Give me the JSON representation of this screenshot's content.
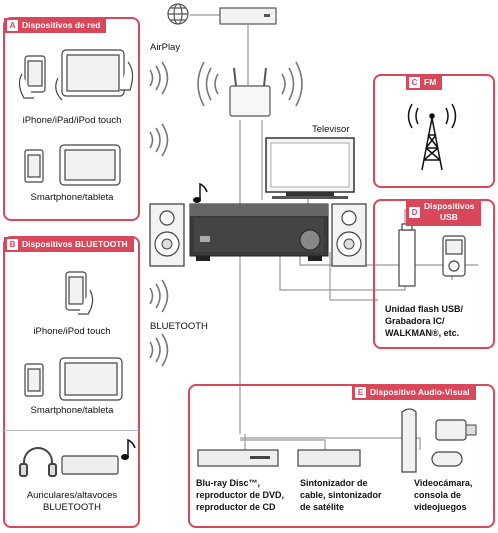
{
  "panels": {
    "a": {
      "letter": "A",
      "title": "Dispositivos de red",
      "item1": "iPhone/iPad/iPod touch",
      "item2": "Smartphone/tableta"
    },
    "b": {
      "letter": "B",
      "title": "Dispositivos BLUETOOTH",
      "item1": "iPhone/iPod touch",
      "item2": "Smartphone/tableta",
      "item3_l1": "Auriculares/altavoces",
      "item3_l2": "BLUETOOTH"
    },
    "c": {
      "letter": "C",
      "title": "FM"
    },
    "d": {
      "letter": "D",
      "title_l1": "Dispositivos",
      "title_l2": "USB",
      "desc_l1": "Unidad flash USB/",
      "desc_l2": "Grabadora IC/",
      "desc_l3": "WALKMAN®, etc."
    },
    "e": {
      "letter": "E",
      "title": "Dispositivo Audio-Visual",
      "item1_l1": "Blu-ray Disc™,",
      "item1_l2": "reproductor de DVD,",
      "item1_l3": "reproductor de CD",
      "item2_l1": "Sintonizador de",
      "item2_l2": "cable, sintonizador",
      "item2_l3": "de satélite",
      "item3_l1": "Videocámara,",
      "item3_l2": "consola de",
      "item3_l3": "videojuegos"
    }
  },
  "labels": {
    "airplay": "AirPlay",
    "bluetooth": "BLUETOOTH",
    "tv": "Televisor"
  },
  "colors": {
    "accent": "#d9475a",
    "line": "#888888",
    "device": "#555555"
  },
  "icons": [
    "globe-icon",
    "router-icon",
    "wifi-access-point-icon",
    "fm-tower-icon",
    "music-note-icon",
    "headphones-icon"
  ]
}
